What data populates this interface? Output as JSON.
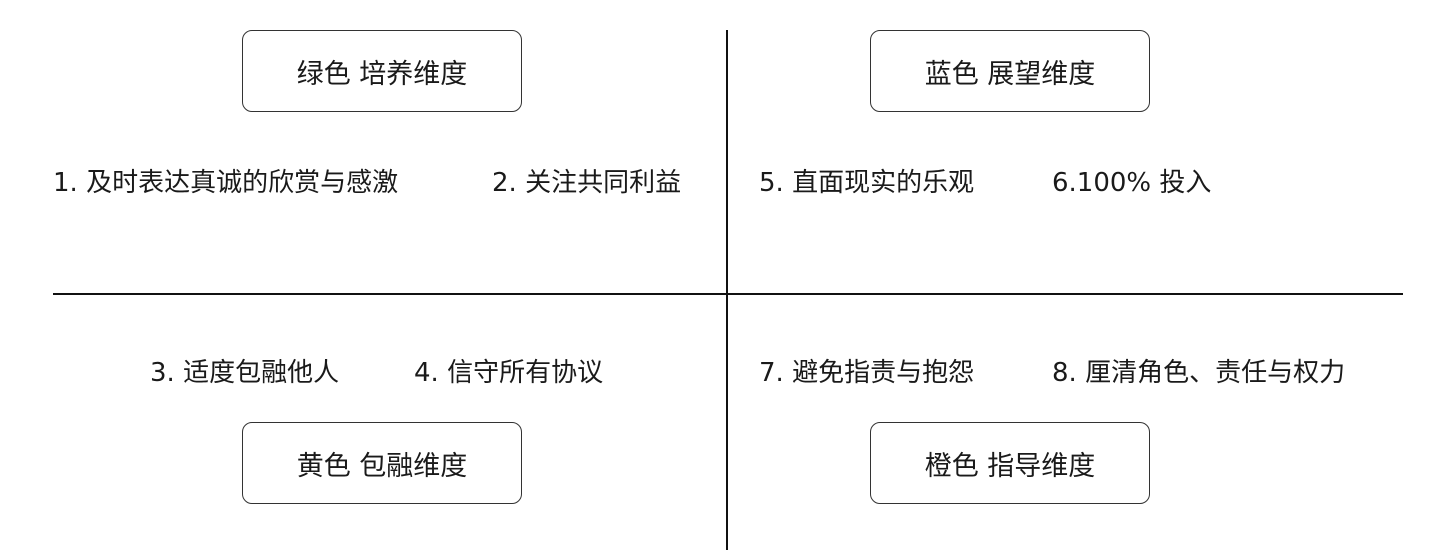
{
  "quadrants": {
    "green": {
      "label": "绿色  培养维度",
      "items": [
        "1. 及时表达真诚的欣赏与感激",
        "2. 关注共同利益"
      ]
    },
    "blue": {
      "label": "蓝色  展望维度",
      "items": [
        "5. 直面现实的乐观",
        "6.100% 投入"
      ]
    },
    "yellow": {
      "label": "黄色  包融维度",
      "items": [
        "3. 适度包融他人",
        "4. 信守所有协议"
      ]
    },
    "orange": {
      "label": "橙色  指导维度",
      "items": [
        "7. 避免指责与抱怨",
        "8. 厘清角色、责任与权力"
      ]
    }
  }
}
